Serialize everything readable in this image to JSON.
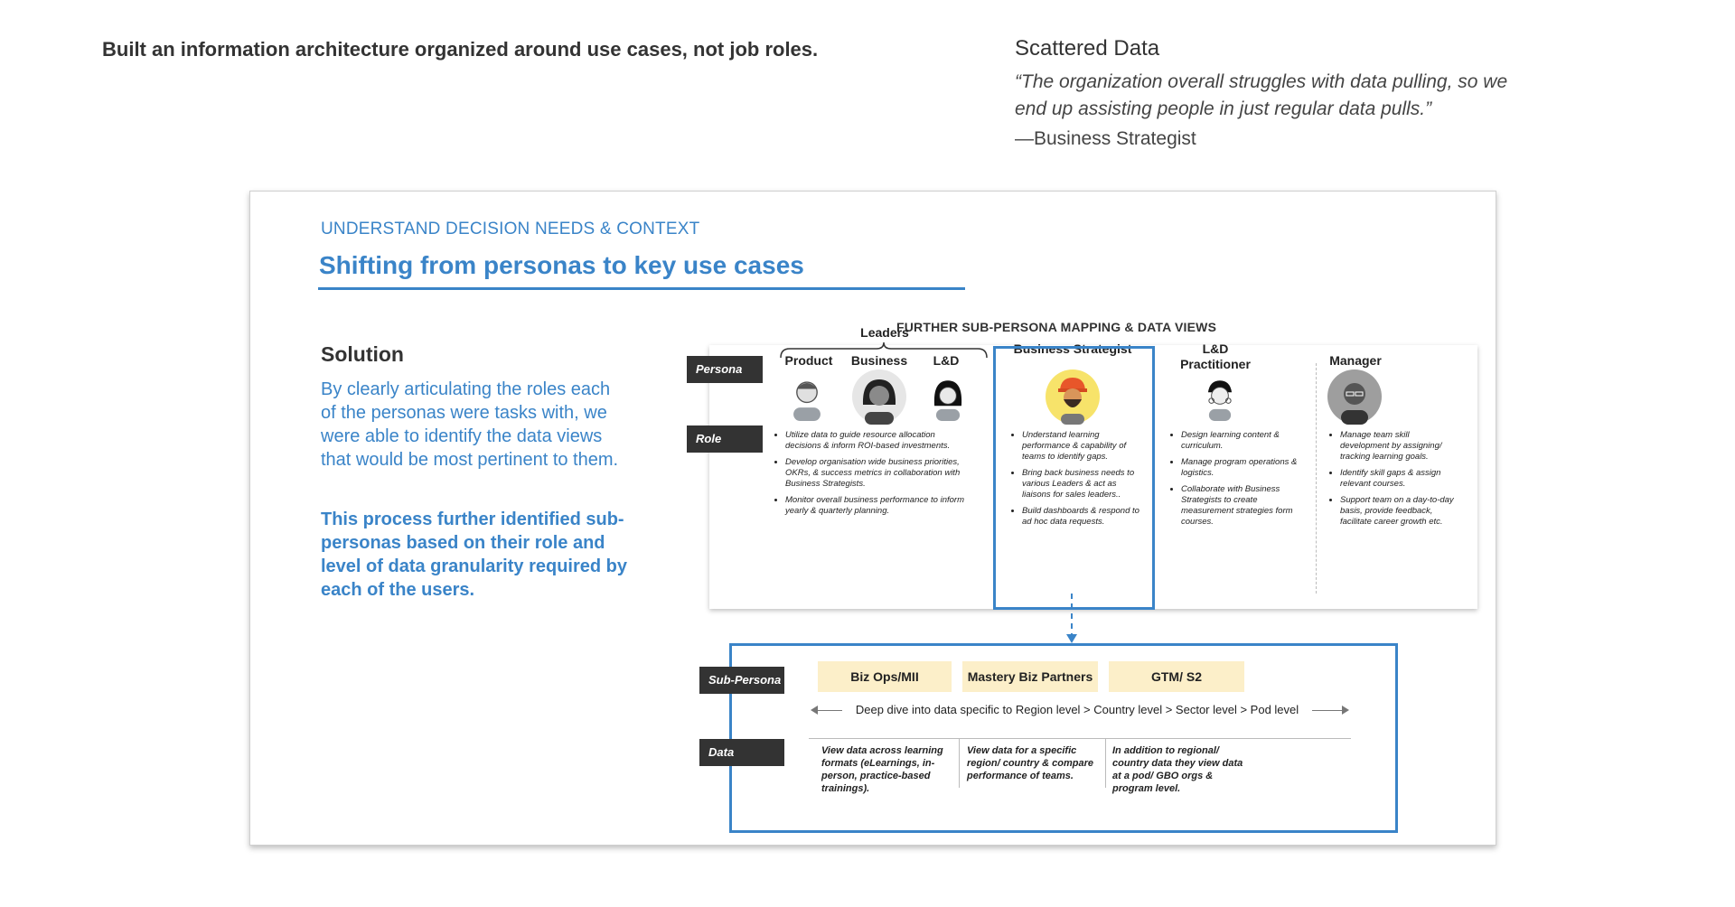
{
  "page": {
    "headline": "Built an information architecture organized around use cases, not job roles.",
    "quote": {
      "title": "Scattered Data",
      "text": "“The organization overall struggles with data pulling, so we end up assisting people in just regular data pulls.”",
      "author": "—Business Strategist"
    }
  },
  "slide": {
    "kicker": "UNDERSTAND DECISION NEEDS & CONTEXT",
    "title": "Shifting from personas to key use cases",
    "solution": {
      "title": "Solution",
      "text": "By clearly articulating the roles each of the personas were tasks with, we were able to identify the data views that would be most pertinent to them.",
      "bold_text": "This process further identified sub-personas based on their role and level of data granularity required by each of the users."
    },
    "mapping": {
      "title": "FURTHER SUB-PERSONA MAPPING & DATA VIEWS",
      "labels": {
        "persona": "Persona",
        "role": "Role",
        "sub_persona": "Sub-Persona",
        "data": "Data"
      },
      "leaders_group": "Leaders",
      "columns": {
        "product": "Product",
        "business": "Business",
        "ld": "L&D",
        "business_strategist": "Business Strategist",
        "ld_practitioner": "L&D Practitioner",
        "manager": "Manager"
      },
      "roles": {
        "leaders": [
          "Utilize data to guide resource allocation decisions & inform ROI-based investments.",
          "Develop organisation wide business priorities, OKRs, & success metrics in collaboration with Business Strategists.",
          "Monitor overall business performance to inform yearly & quarterly planning."
        ],
        "business_strategist": [
          "Understand learning performance & capability of teams to identify gaps.",
          "Bring back business needs to various Leaders & act as liaisons for sales leaders..",
          "Build dashboards & respond to ad hoc data requests."
        ],
        "ld_practitioner": [
          "Design learning content & curriculum.",
          "Manage program operations & logistics.",
          "Collaborate with Business Strategists to create measurement strategies form courses."
        ],
        "manager": [
          "Manage team skill development by assigning/ tracking learning goals.",
          "Identify skill gaps & assign relevant courses.",
          "Support team on a day-to-day basis, provide feedback, facilitate career growth etc."
        ]
      },
      "sub_personas": [
        "Biz Ops/MII",
        "Mastery Biz Partners",
        "GTM/ S2"
      ],
      "deep_dive": "Deep dive into data specific to Region level > Country level > Sector level  > Pod level",
      "data_views": [
        "View data across learning formats (eLearnings, in-person, practice-based trainings).",
        "View data for a specific region/ country & compare performance of teams.",
        "In addition to regional/ country data they view data at a pod/ GBO orgs & program level."
      ]
    }
  },
  "colors": {
    "accent": "#3a84c8",
    "label_bg": "#333333",
    "pill_bg": "#fcefc9"
  },
  "icons": [
    "avatar-product-icon",
    "avatar-business-icon",
    "avatar-ld-icon",
    "avatar-business-strategist-icon",
    "avatar-ld-practitioner-icon",
    "avatar-manager-icon"
  ]
}
